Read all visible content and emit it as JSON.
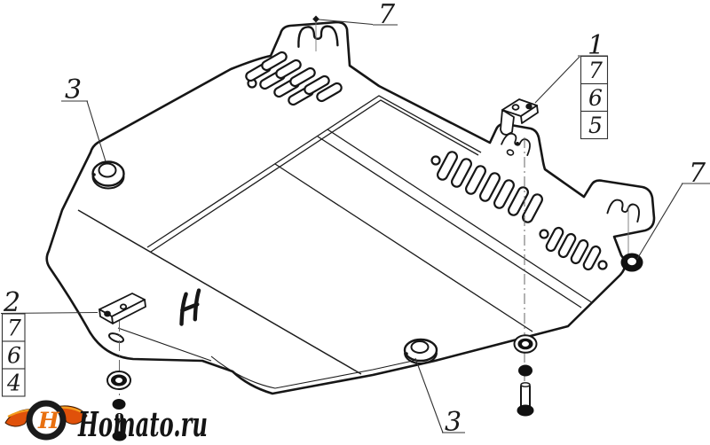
{
  "drawing": {
    "callouts": {
      "top_bolt": "7",
      "left_grommet": "3",
      "right_clamp": "1",
      "right_stack": [
        "7",
        "6",
        "5"
      ],
      "left_clamp": "2",
      "left_stack": [
        "7",
        "6",
        "4"
      ],
      "bottom_grommet": "3",
      "right_washer": "7"
    },
    "plate_stamp": "H"
  },
  "watermark": {
    "text": "Homato.ru",
    "text_color": "#141414",
    "wing_color": "#e0510a",
    "wing_highlight": "#f59d1e",
    "ring_color": "#1b1b1b",
    "monogram": "H",
    "monogram_color": "#e87010"
  },
  "canvas": {
    "background": "#ffffff",
    "line_color": "#1a1a1a"
  }
}
